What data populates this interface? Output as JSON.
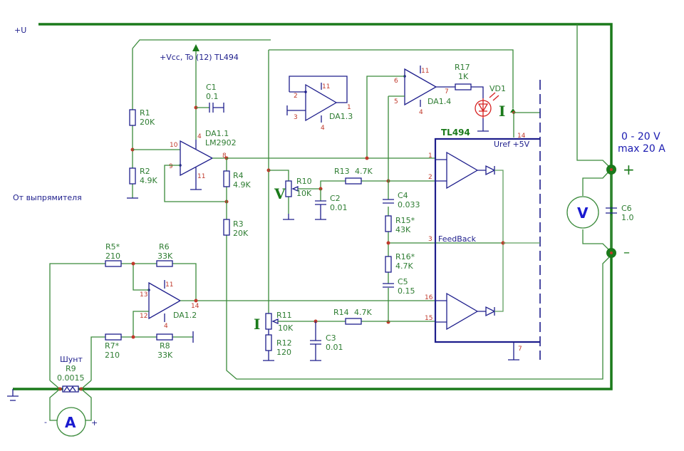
{
  "diagram": {
    "type": "circuit-schematic",
    "rails": {
      "plus_u": "+U",
      "vcc_label": "+Vcc, To (12) TL494",
      "rectifier_label": "От выпрямителя",
      "output_spec_line1": "0 - 20 V",
      "output_spec_line2": "max 20 A",
      "output_plus": "+",
      "output_minus": "–"
    },
    "opamps": {
      "da11": {
        "name": "DA1.1",
        "part": "LM2902",
        "pins": {
          "in_plus": "10",
          "in_minus": "9",
          "out": "8",
          "vcc": "4",
          "gnd": "11"
        }
      },
      "da12": {
        "name": "DA1.2",
        "pins": {
          "in_minus": "13",
          "in_plus": "12",
          "out": "14",
          "vcc": "11",
          "gnd": "4"
        }
      },
      "da13": {
        "name": "DA1.3",
        "pins": {
          "in_minus": "2",
          "in_plus": "3",
          "out": "1",
          "vcc": "11",
          "gnd": "4"
        }
      },
      "da14": {
        "name": "DA1.4",
        "pins": {
          "in_a": "6",
          "in_b": "5",
          "out": "7",
          "vcc": "11",
          "gnd": "4"
        }
      }
    },
    "components": {
      "r1": {
        "ref": "R1",
        "value": "20K"
      },
      "r2": {
        "ref": "R2",
        "value": "4.9K"
      },
      "r3": {
        "ref": "R3",
        "value": "20K"
      },
      "r4": {
        "ref": "R4",
        "value": "4.9K"
      },
      "r5": {
        "ref": "R5*",
        "value": "210"
      },
      "r6": {
        "ref": "R6",
        "value": "33K"
      },
      "r7": {
        "ref": "R7*",
        "value": "210"
      },
      "r8": {
        "ref": "R8",
        "value": "33K"
      },
      "r9": {
        "ref": "R9",
        "value": "0.0015",
        "title": "Шунт"
      },
      "r10": {
        "ref": "R10",
        "value": "10K"
      },
      "r11": {
        "ref": "R11",
        "value": "10K"
      },
      "r12": {
        "ref": "R12",
        "value": "120"
      },
      "r13": {
        "ref": "R13",
        "value": "4.7K"
      },
      "r14": {
        "ref": "R14",
        "value": "4.7K"
      },
      "r15": {
        "ref": "R15*",
        "value": "43K"
      },
      "r16": {
        "ref": "R16*",
        "value": "4.7K"
      },
      "r17": {
        "ref": "R17",
        "value": "1K"
      },
      "c1": {
        "ref": "C1",
        "value": "0.1"
      },
      "c2": {
        "ref": "C2",
        "value": "0.01"
      },
      "c3": {
        "ref": "C3",
        "value": "0.01"
      },
      "c4": {
        "ref": "C4",
        "value": "0.033"
      },
      "c5": {
        "ref": "C5",
        "value": "0.15"
      },
      "c6": {
        "ref": "C6",
        "value": "1.0"
      },
      "vd1": {
        "ref": "VD1"
      }
    },
    "tl494": {
      "name": "TL494",
      "uref": "Uref +5V",
      "feedback": "FeedBack",
      "pins": {
        "p1": "1",
        "p2": "2",
        "p3": "3",
        "p7": "7",
        "p14": "14",
        "p15": "15",
        "p16": "16"
      }
    },
    "markers": {
      "v_adjust": "V",
      "i_adjust": "I",
      "i_indicator": "I",
      "voltmeter": "V",
      "ammeter": "A",
      "ammeter_minus": "-",
      "ammeter_plus": "+"
    }
  }
}
